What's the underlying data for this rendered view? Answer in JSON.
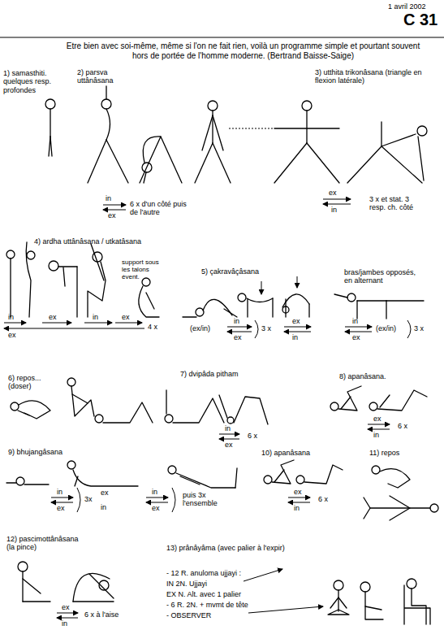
{
  "diagram": {
    "title": "C 31",
    "labels": [
      "1 avril 2002",
      "Etre bien avec soi-même, même si l'on ne fait rien, voilà un programme simple et pourtant souvent hors de portée de l'homme moderne. (Bertrand Baisse-Saige)",
      "1) samasthiti. quelques resp. profondes",
      "2) parsva uttânâsana",
      "in",
      "ex",
      "6 x d'un côté puis de l'autre",
      "3) utthita trikonâsana (triangle en flexion latérale)",
      "ex",
      "in",
      "3 x et stat. 3 resp. ch. côté",
      "4) ardha uttânâsana / utkatâsana",
      "support sous les talons évent.",
      "in",
      "ex",
      "ex",
      "in",
      "ex",
      "4 x",
      "5) çakravâçâsana",
      "bras/jambes opposés, en alternant",
      "(ex/in)",
      "in",
      "ex",
      "3 x",
      "ex",
      "in",
      "in",
      "(ex/in)",
      "ex",
      "3 x",
      "6) repos... (doser)",
      "7) dvipâda pitham",
      "in",
      "ex",
      "6 x",
      "8) apanâsana.",
      "ex",
      "in",
      "6 x",
      "9) bhujangâsana",
      "in",
      "ex",
      "3x",
      "ex",
      "in",
      "in",
      "ex",
      "puis 3x l'ensemble",
      "10) apanâsana",
      "ex",
      "in",
      "6 x",
      "11) repos",
      "12) pascimottânâsana (la pince)",
      "ex",
      "in",
      "6 x à l'aise",
      "13) prânâyâma (avec palier à l'expir)",
      "- 12 R. anuloma ujjayi :",
      "IN 2N. Ujjayi",
      "EX N. Alt. avec 1 palier",
      "- 6 R. 2N. + mvmt de tête",
      "- OBSERVER"
    ]
  }
}
